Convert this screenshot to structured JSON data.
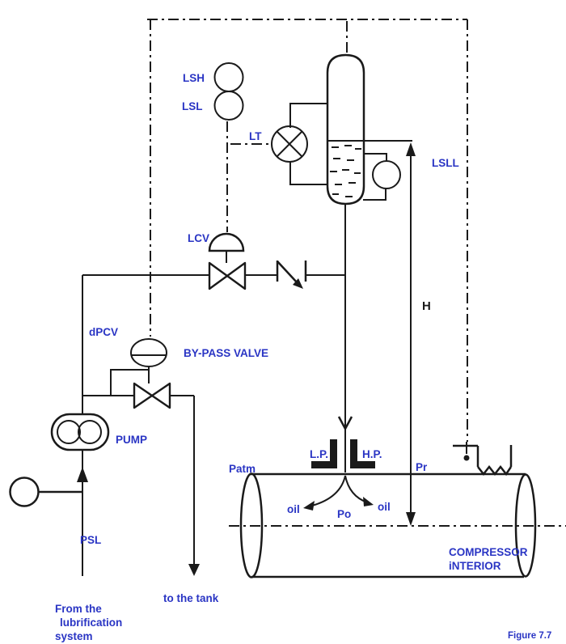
{
  "figure": {
    "caption": "Figure 7.7"
  },
  "colors": {
    "line": "#1a1a1a",
    "label_blue": "#2a35c4",
    "background": "#ffffff"
  },
  "labels": {
    "lsh": "LSH",
    "lsl": "LSL",
    "lt": "LT",
    "lcv": "LCV",
    "dpcv": "dPCV",
    "bypass_valve": "BY-PASS VALVE",
    "pump": "PUMP",
    "psl": "PSL",
    "lsll": "LSLL",
    "height_dim": "H",
    "lp": "L.P.",
    "hp": "H.P.",
    "patm": "Patm",
    "pr": "Pr",
    "po": "Po",
    "oil_left": "oil",
    "oil_right": "oil",
    "to_the_tank": "to the tank",
    "from_lubrification_1": "From the",
    "from_lubrification_2": "lubrification",
    "from_lubrification_3": "system",
    "compressor_1": "COMPRESSOR",
    "compressor_2": "iNTERIOR"
  }
}
